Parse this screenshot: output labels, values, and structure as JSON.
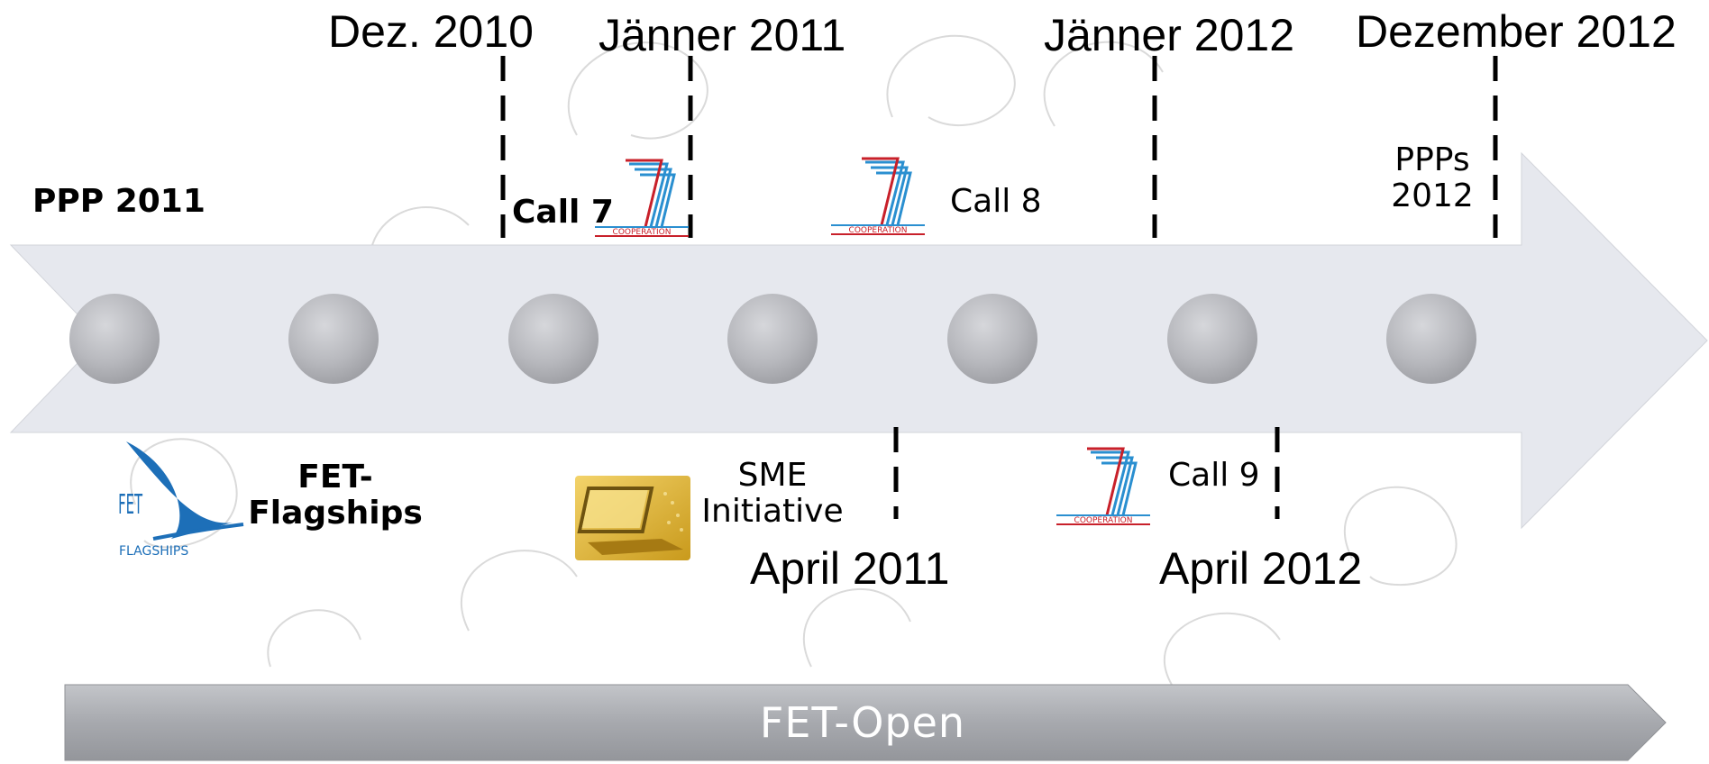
{
  "dates": {
    "dez_2010": "Dez. 2010",
    "jan_2011": "Jänner 2011",
    "jan_2012": "Jänner 2012",
    "dez_2012": "Dezember 2012",
    "apr_2011": "April 2011",
    "apr_2012": "April 2012"
  },
  "labels": {
    "ppp_2011": "PPP 2011",
    "call_7": "Call 7",
    "call_8": "Call 8",
    "call_9": "Call 9",
    "ppps_line1": "PPPs",
    "ppps_line2": "2012",
    "fet_line1": "FET-",
    "fet_line2": "Flagships",
    "sme_line1": "SME",
    "sme_line2": "Initiative",
    "fet_open": "FET-Open"
  },
  "logos": {
    "cooperation": "COOPERATION",
    "fet_logo_top": "FET",
    "fet_logo_bottom": "FLAGSHIPS"
  },
  "colors": {
    "arrow": "#e6e8ee",
    "circle": "#b9babf",
    "fet_open_bar": "#a9abb0",
    "fp7_blue": "#2a8fd0",
    "fp7_red": "#c8202a",
    "fet_blue": "#1d6fb8"
  },
  "milestone_count": 7
}
